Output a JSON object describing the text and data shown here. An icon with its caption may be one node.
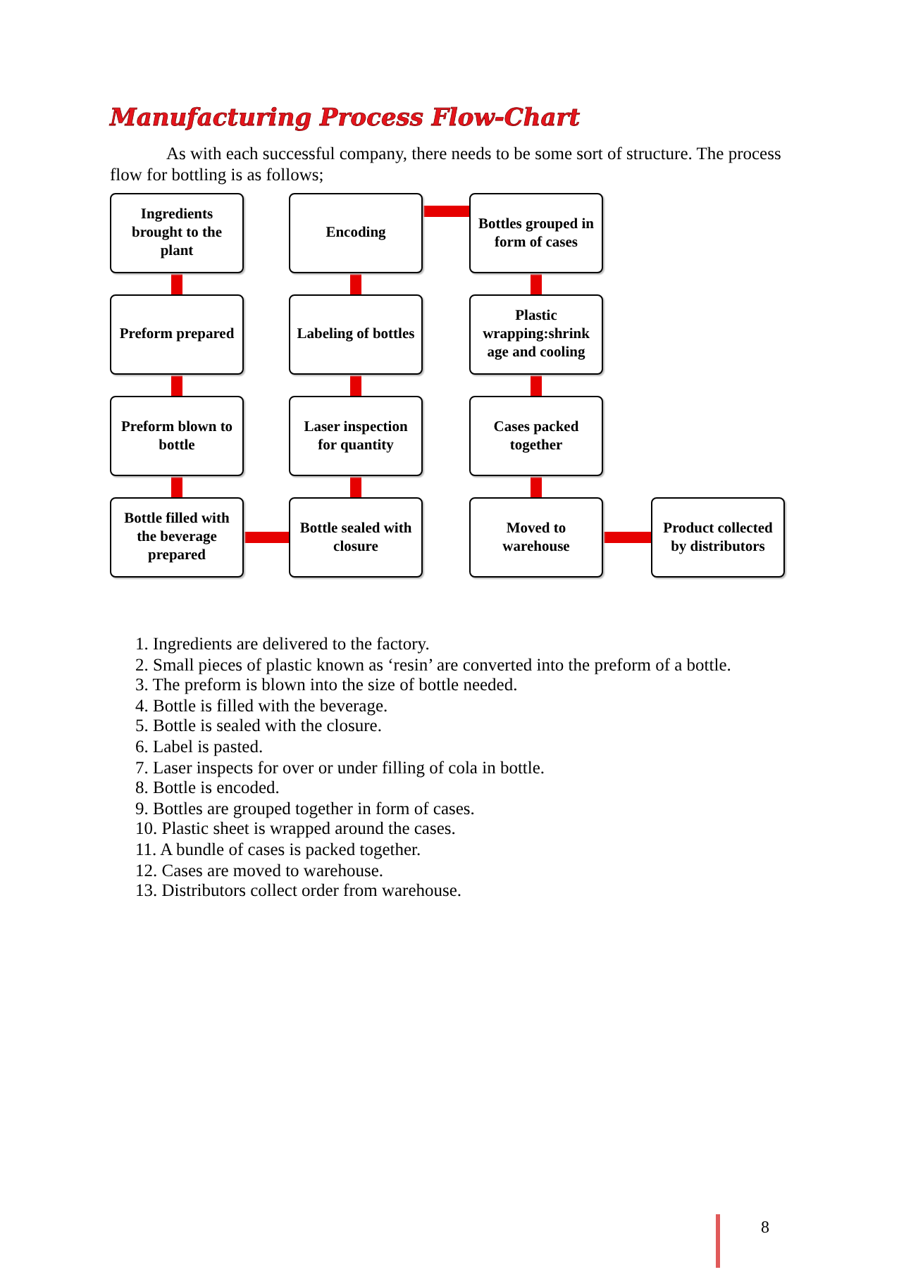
{
  "diagram": {
    "title": "Manufacturing Process Flow-Chart",
    "nodes": [
      {
        "text": [
          "Ingredients brought to the plant"
        ]
      },
      {
        "text": [
          "Encoding"
        ]
      },
      {
        "text": [
          "Bottles grouped in form of cases"
        ]
      },
      {
        "text": [
          "Preform prepared"
        ]
      },
      {
        "text": [
          "Labeling of bottles"
        ]
      },
      {
        "text": [
          "Plastic wrapping:shrink age and cooling"
        ]
      },
      {
        "text": [
          "Preform blown to bottle"
        ]
      },
      {
        "text": [
          "Laser inspection for quantity"
        ]
      },
      {
        "text": [
          "Cases packed together"
        ]
      },
      {
        "text": [
          "Bottle filled with the beverage prepared"
        ]
      },
      {
        "text": [
          "Bottle sealed with closure"
        ]
      },
      {
        "text": [
          "Moved to warehouse"
        ]
      },
      {
        "text": [
          "Product collected by distributors"
        ]
      }
    ],
    "edges": [
      {
        "from": 0,
        "to": 3,
        "arrow": "none"
      },
      {
        "from": 3,
        "to": 6,
        "arrow": "none"
      },
      {
        "from": 6,
        "to": 9,
        "arrow": "none"
      },
      {
        "from": 9,
        "to": 10,
        "arrow": "none"
      },
      {
        "from": 10,
        "to": 7,
        "arrow": "none"
      },
      {
        "from": 7,
        "to": 4,
        "arrow": "none"
      },
      {
        "from": 4,
        "to": 1,
        "arrow": "none"
      },
      {
        "from": 1,
        "to": 2,
        "arrow": "none"
      },
      {
        "from": 2,
        "to": 5,
        "arrow": "none"
      },
      {
        "from": 5,
        "to": 8,
        "arrow": "none"
      },
      {
        "from": 8,
        "to": 11,
        "arrow": "none"
      },
      {
        "from": 11,
        "to": 12,
        "arrow": "none"
      }
    ],
    "labels": [
      "As with each successful company, there needs to be some sort of structure. The process flow for bottling is as follows;",
      "1. Ingredients are delivered to the factory.",
      "2. Small pieces of plastic known as ‘resin’ are converted into the preform of a bottle.",
      "3. The preform is blown into the size of bottle needed.",
      "4. Bottle is filled with the beverage.",
      "5. Bottle is sealed with the closure.",
      "6. Label is pasted.",
      "7. Laser inspects for over or under filling of cola in bottle.",
      "8. Bottle is encoded.",
      "9. Bottles are grouped together in form of cases.",
      "10. Plastic sheet is wrapped around the cases.",
      "11. A bundle of cases is packed together.",
      "12. Cases are moved to warehouse.",
      "13. Distributors collect order from warehouse.",
      "8"
    ]
  }
}
